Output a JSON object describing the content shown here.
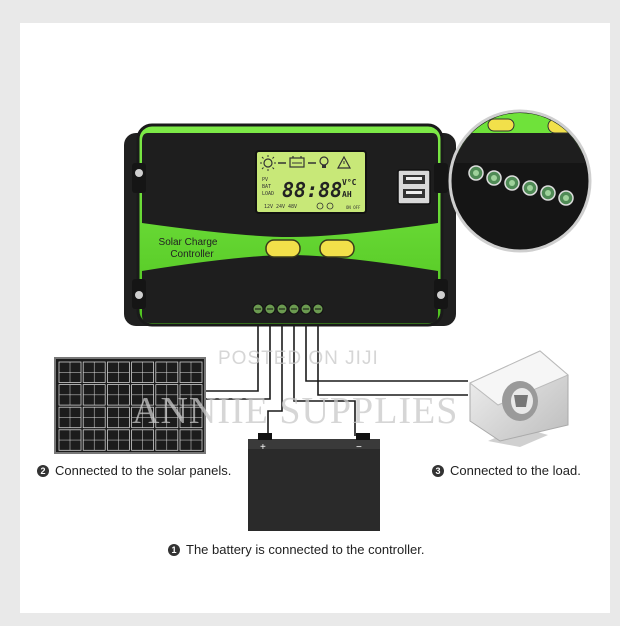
{
  "controller": {
    "label_line1": "Solar Charge",
    "label_line2": "Controller",
    "lcd": {
      "pv": "PV",
      "bat": "BAT",
      "load": "LOAD",
      "digits": "88:88",
      "unit_top": "V°C",
      "unit_bottom": "AH",
      "voltages": [
        "12V",
        "24V",
        "48V"
      ],
      "on_off": "ON OFF"
    }
  },
  "battery": {
    "plus": "+",
    "minus": "−"
  },
  "captions": {
    "solar": {
      "num": "2",
      "text": "Connected to the solar panels."
    },
    "load": {
      "num": "3",
      "text": "Connected to the load."
    },
    "battery": {
      "num": "1",
      "text": "The battery is connected to the controller."
    }
  },
  "watermarks": {
    "top": "POSTED ON JIJI",
    "main": "ANNIIE SUPPLIES"
  },
  "colors": {
    "controller_green": "#6fe23a",
    "controller_black": "#1e1e1e",
    "lcd_green": "#c8e878",
    "button_yellow": "#f2e04a",
    "battery_body": "#2a2a2a"
  }
}
